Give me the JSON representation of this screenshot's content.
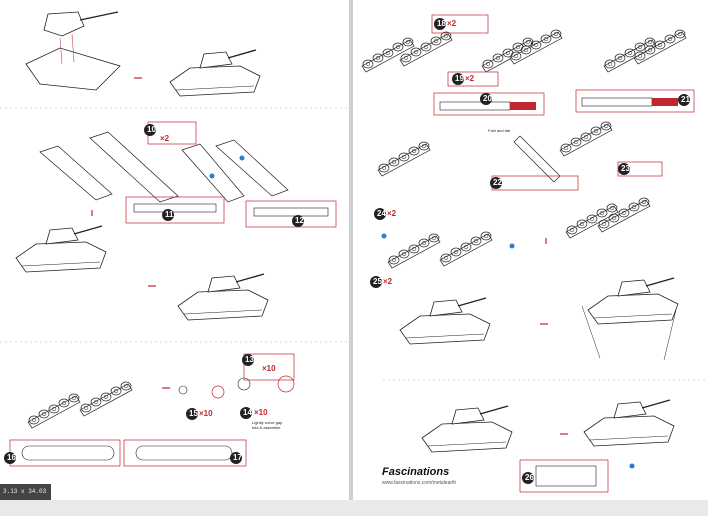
{
  "brand": {
    "name": "Fascinations",
    "url": "www.fascinations.com/metalearth"
  },
  "corner_tag": "3.13 x 34.03 cm",
  "steps": {
    "s10": "10",
    "s11": "11",
    "s12": "12",
    "s13": "13",
    "s14": "14",
    "s15": "15",
    "s16": "16",
    "s17": "17",
    "s18": "18",
    "s19": "19",
    "s20": "20",
    "s21": "21",
    "s22": "22",
    "s23": "23",
    "s24": "24",
    "s25": "25",
    "s26": "26"
  },
  "qty": {
    "q10": "×2",
    "q13": "×10",
    "q14": "×10",
    "q15": "×10",
    "q18": "×2",
    "q19": "×2",
    "q24": "×2",
    "q25": "×2"
  },
  "notes": {
    "n14": "Lightly curve gap fold & assemble",
    "n21": "Fold and tab"
  },
  "colors": {
    "accent": "#c0262d",
    "pin": "#2e7bd3",
    "marker": "#9acd32",
    "line": "#222222"
  }
}
